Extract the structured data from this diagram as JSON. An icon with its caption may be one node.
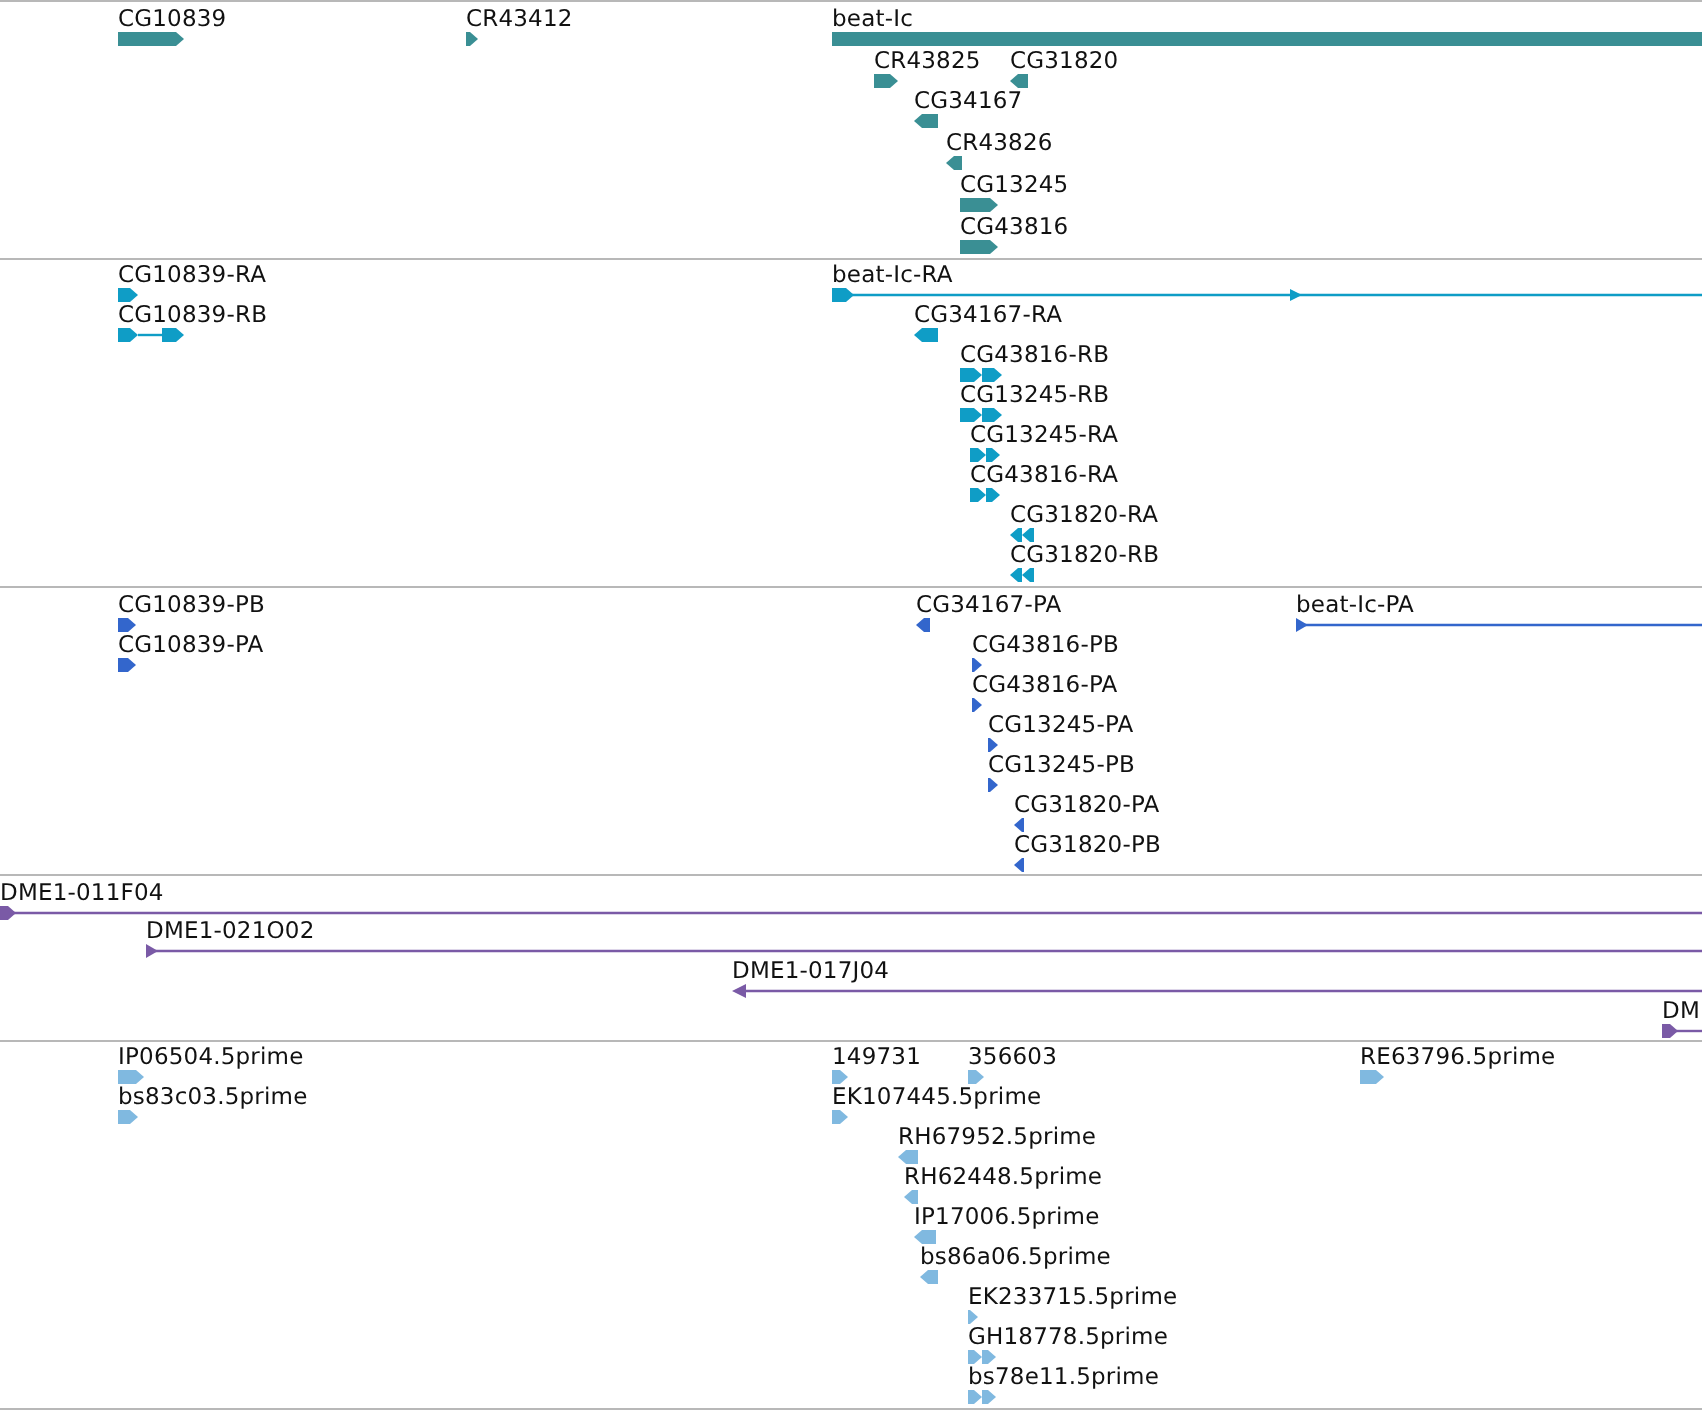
{
  "diagram": {
    "nodes": [
      {
        "text": [
          "CG10839"
        ]
      },
      {
        "text": [
          "CR43412"
        ]
      },
      {
        "text": [
          "beat-Ic"
        ]
      },
      {
        "text": [
          "CR43825"
        ]
      },
      {
        "text": [
          "CG31820"
        ]
      },
      {
        "text": [
          "CG34167"
        ]
      },
      {
        "text": [
          "CR43826"
        ]
      },
      {
        "text": [
          "CG13245"
        ]
      },
      {
        "text": [
          "CG43816"
        ]
      },
      {
        "text": [
          "CG10839-RA"
        ]
      },
      {
        "text": [
          "CG10839-RB"
        ]
      },
      {
        "text": [
          "beat-Ic-RA"
        ]
      },
      {
        "text": [
          "CG34167-RA"
        ]
      },
      {
        "text": [
          "CG43816-RB"
        ]
      },
      {
        "text": [
          "CG13245-RB"
        ]
      },
      {
        "text": [
          "CG13245-RA"
        ]
      },
      {
        "text": [
          "CG43816-RA"
        ]
      },
      {
        "text": [
          "CG31820-RA"
        ]
      },
      {
        "text": [
          "CG31820-RB"
        ]
      },
      {
        "text": [
          "CG10839-PB"
        ]
      },
      {
        "text": [
          "CG10839-PA"
        ]
      },
      {
        "text": [
          "CG34167-PA"
        ]
      },
      {
        "text": [
          "beat-Ic-PA"
        ]
      },
      {
        "text": [
          "CG43816-PB"
        ]
      },
      {
        "text": [
          "CG43816-PA"
        ]
      },
      {
        "text": [
          "CG13245-PA"
        ]
      },
      {
        "text": [
          "CG13245-PB"
        ]
      },
      {
        "text": [
          "CG31820-PA"
        ]
      },
      {
        "text": [
          "CG31820-PB"
        ]
      },
      {
        "text": [
          "DME1-011F04"
        ]
      },
      {
        "text": [
          "DME1-021O02"
        ]
      },
      {
        "text": [
          "DME1-017J04"
        ]
      },
      {
        "text": [
          "DM"
        ]
      },
      {
        "text": [
          "IP06504.5prime"
        ]
      },
      {
        "text": [
          "bs83c03.5prime"
        ]
      },
      {
        "text": [
          "149731"
        ]
      },
      {
        "text": [
          "356603"
        ]
      },
      {
        "text": [
          "RE63796.5prime"
        ]
      },
      {
        "text": [
          "EK107445.5prime"
        ]
      },
      {
        "text": [
          "RH67952.5prime"
        ]
      },
      {
        "text": [
          "RH62448.5prime"
        ]
      },
      {
        "text": [
          "IP17006.5prime"
        ]
      },
      {
        "text": [
          "bs86a06.5prime"
        ]
      },
      {
        "text": [
          "EK233715.5prime"
        ]
      },
      {
        "text": [
          "GH18778.5prime"
        ]
      },
      {
        "text": [
          "bs78e11.5prime"
        ]
      }
    ]
  }
}
